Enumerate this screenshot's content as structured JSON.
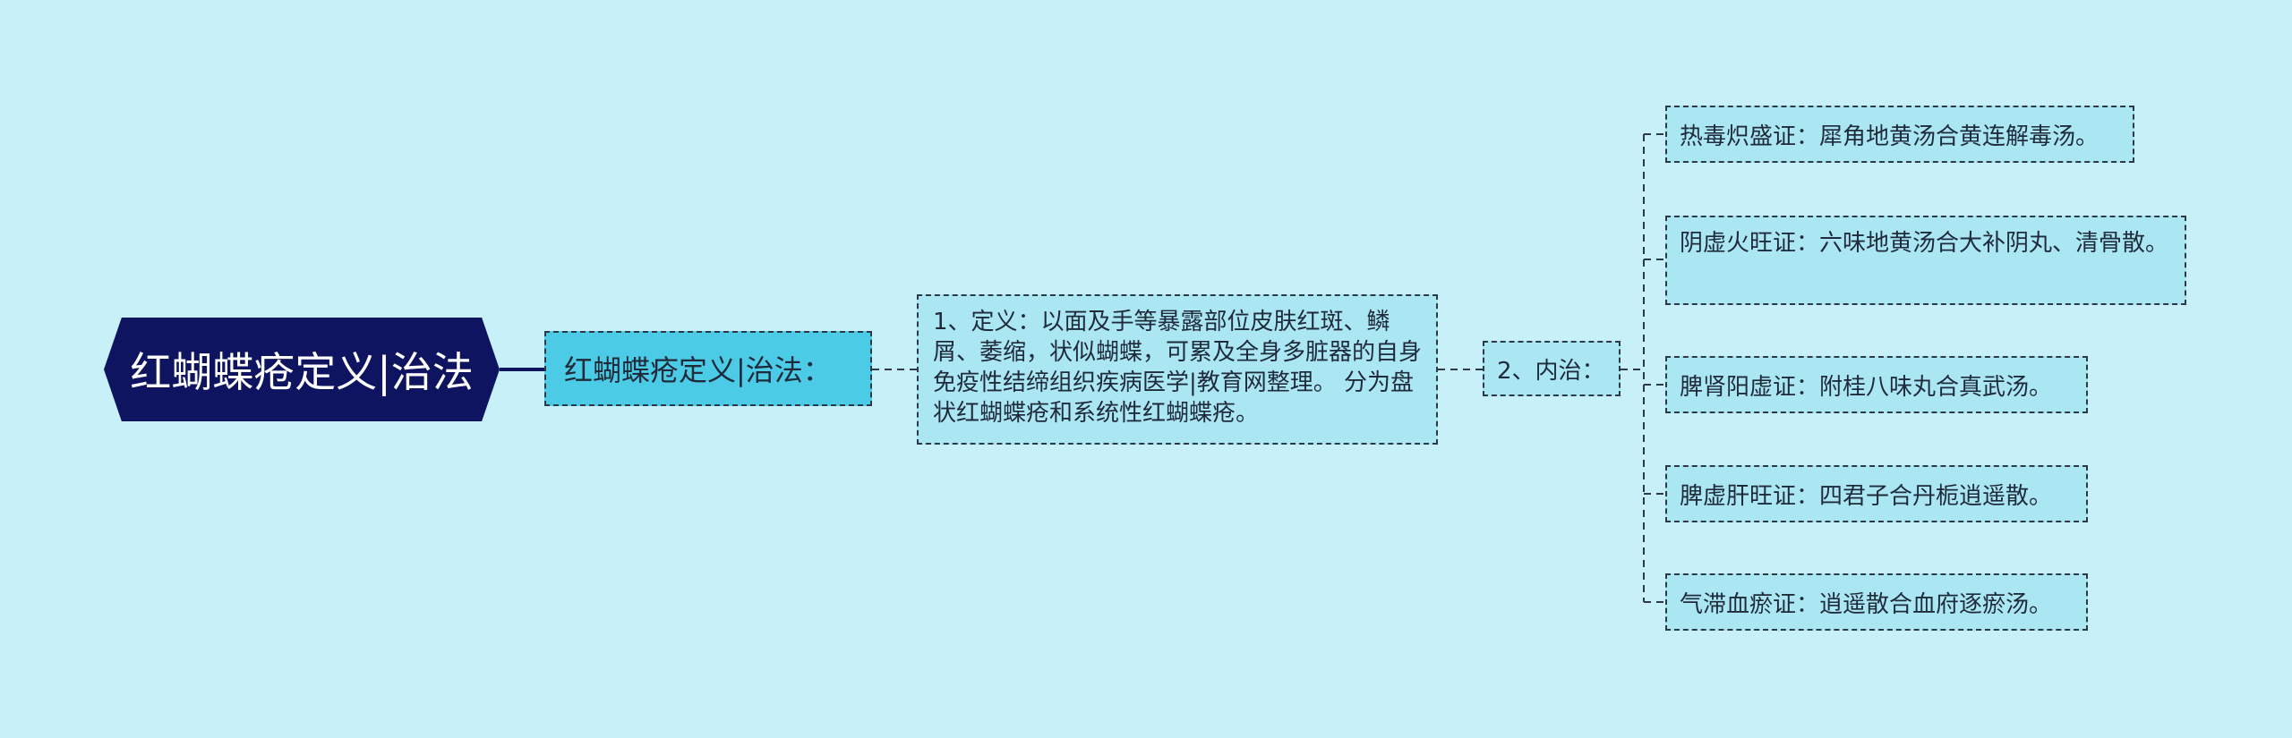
{
  "diagram": {
    "root": "红蝴蝶疮定义|治法",
    "level1": "红蝴蝶疮定义|治法：",
    "definition": "1、定义：以面及手等暴露部位皮肤红斑、鳞屑、萎缩，状似蝴蝶，可累及全身多脏器的自身免疫性结缔组织疾病医学|教育网整理。 分为盘状红蝴蝶疮和系统性红蝴蝶疮。",
    "internal": "2、内治：",
    "leaves": [
      "热毒炽盛证：犀角地黄汤合黄连解毒汤。",
      "阴虚火旺证：六味地黄汤合大补阴丸、清骨散。",
      "脾肾阳虚证：附桂八味丸合真武汤。",
      "脾虚肝旺证：四君子合丹栀逍遥散。",
      "气滞血瘀证：逍遥散合血府逐瘀汤。"
    ]
  },
  "colors": {
    "background": "#c8f0f8",
    "root_fill": "#0f1460",
    "level1_fill": "#4ccbe6",
    "node_fill": "#abe7f3",
    "line": "#2c3a48"
  }
}
